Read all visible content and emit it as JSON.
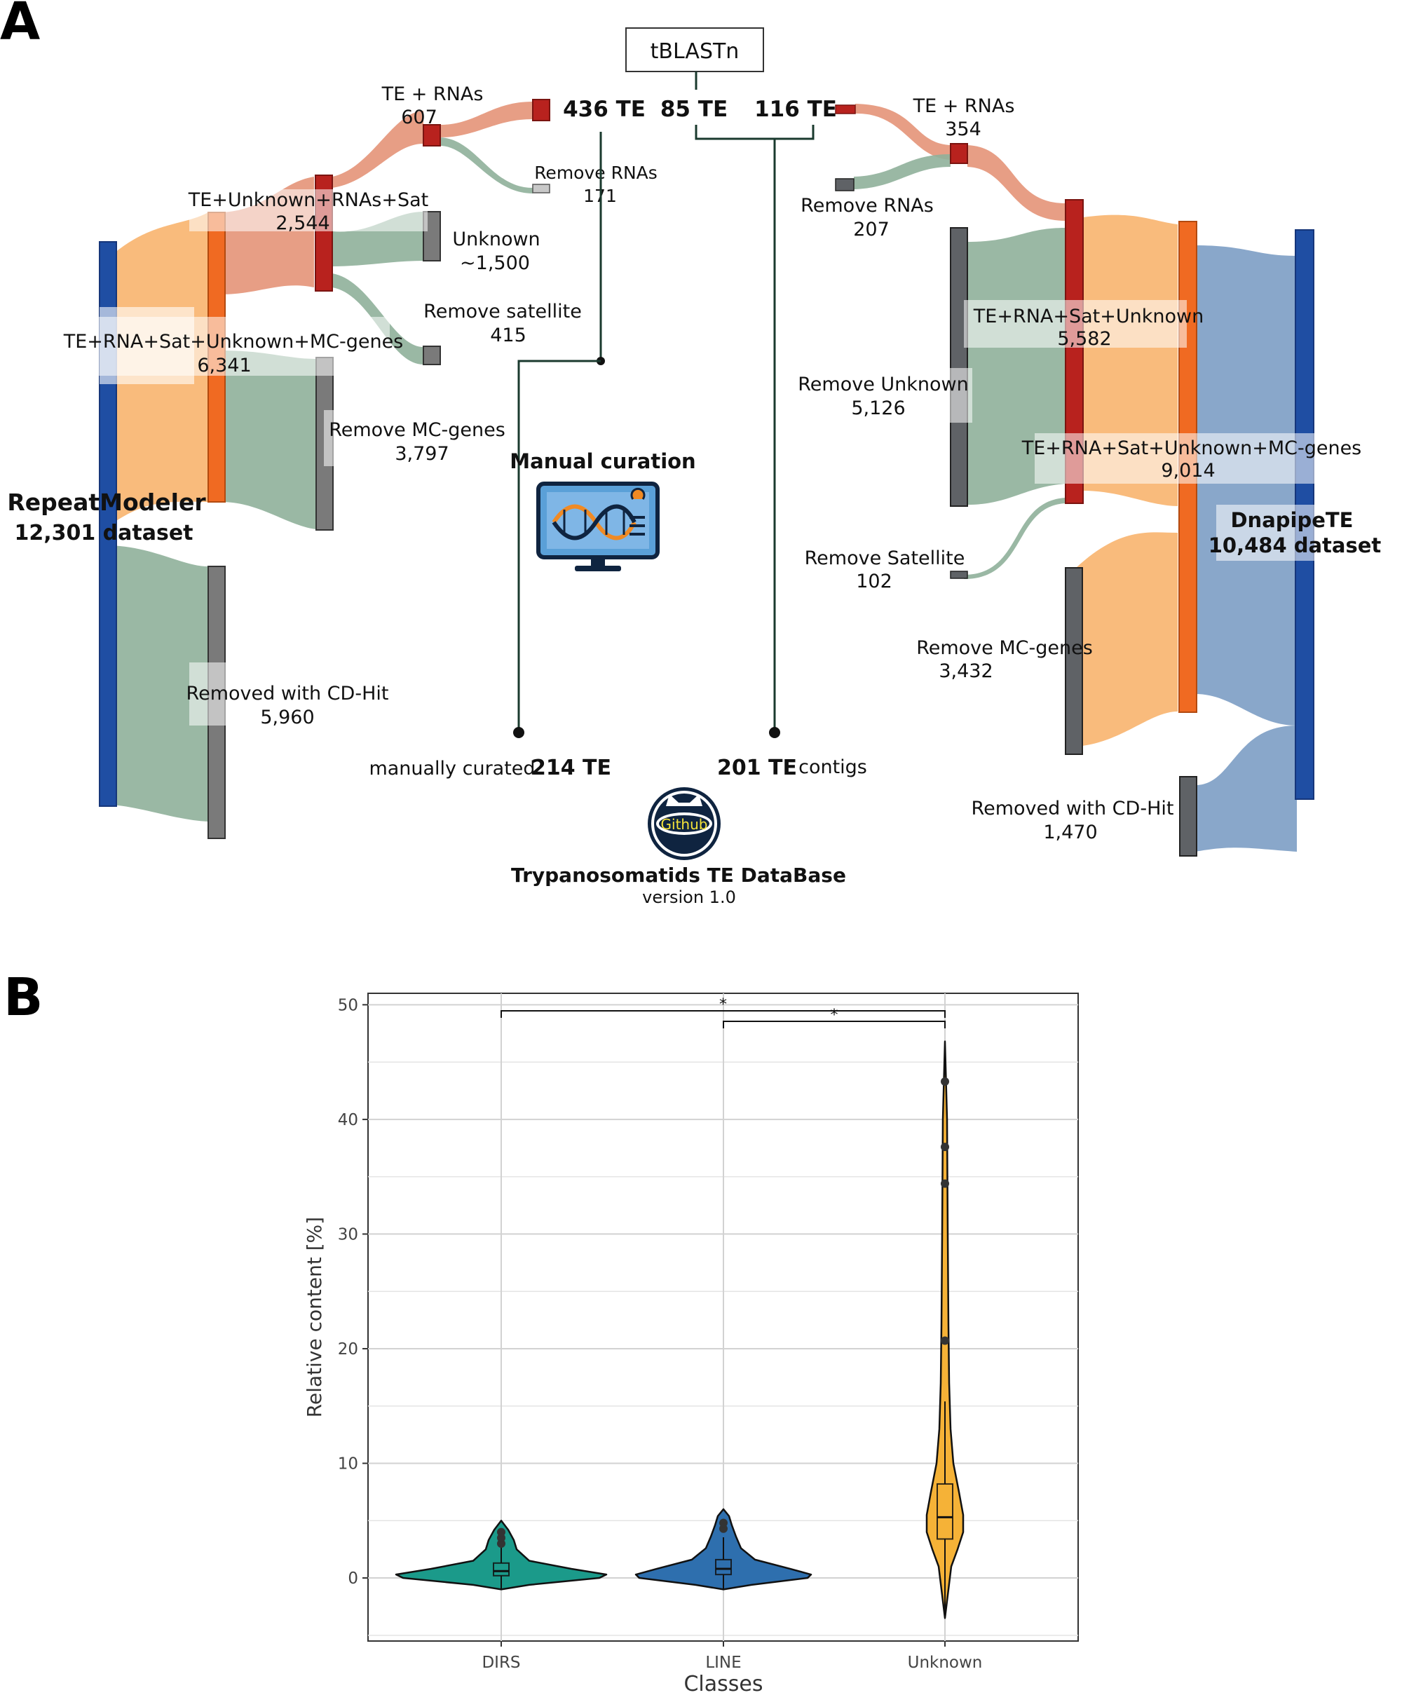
{
  "panelA": {
    "letter": "A",
    "colors": {
      "blue": "#1f4ea3",
      "orange": "#f06a22",
      "red": "#b8221e",
      "gray": "#7a7a7a",
      "darkgray": "#5f6266",
      "flow_orange": "#f8b46e",
      "flow_green": "#8fb09a",
      "flow_salmon": "#e49478",
      "flow_blue": "#7f9fc6",
      "line": "#1a3a2e"
    },
    "left": {
      "source": "RepeatModeler",
      "source_sub": "12,301 dataset",
      "stage1": "TE+RNA+Sat+Unknown+MC-genes",
      "stage1_n": "6,341",
      "cdhit": "Removed with CD-Hit",
      "cdhit_n": "5,960",
      "mc": "Remove MC-genes",
      "mc_n": "3,797",
      "stage2": "TE+Unknown+RNAs+Sat",
      "stage2_n": "2,544",
      "unknown": "Unknown",
      "unknown_n": "~1,500",
      "sat": "Remove satellite",
      "sat_n": "415",
      "te_rna": "TE + RNAs",
      "te_rna_n": "607",
      "rna": "Remove RNAs",
      "rna_n": "171"
    },
    "center": {
      "tblastn": "tBLASTn",
      "te436": "436 TE",
      "te85": "85 TE",
      "te116": "116 TE",
      "manual": "Manual curation",
      "curated_prefix": "manually curated",
      "curated_n": "214 TE",
      "contigs_n": "201 TE",
      "contigs_suffix": "contigs",
      "github": "Github",
      "db": "Trypanosomatids TE DataBase",
      "version": "version 1.0"
    },
    "right": {
      "source": "DnapipeTE",
      "source_sub": "10,484 dataset",
      "stage1": "TE+RNA+Sat+Unknown+MC-genes",
      "stage1_n": "9,014",
      "cdhit": "Removed with CD-Hit",
      "cdhit_n": "1,470",
      "mc": "Remove MC-genes",
      "mc_n": "3,432",
      "stage2": "TE+RNA+Sat+Unknown",
      "stage2_n": "5,582",
      "unknown": "Remove Unknown",
      "unknown_n": "5,126",
      "sat": "Remove Satellite",
      "sat_n": "102",
      "te_rna": "TE + RNAs",
      "te_rna_n": "354",
      "rna": "Remove RNAs",
      "rna_n": "207"
    }
  },
  "panelB": {
    "letter": "B",
    "chart_data": {
      "type": "violin",
      "categories": [
        "DIRS",
        "LINE",
        "Unknown"
      ],
      "xlabel": "Classes",
      "ylabel": "Relative content [%]",
      "ylim": [
        -5.5,
        51
      ],
      "yticks": [
        0,
        10,
        20,
        30,
        40,
        50
      ],
      "grid": true,
      "colors": [
        "#1b9a8a",
        "#2e6fae",
        "#f5b237"
      ],
      "series": [
        {
          "category": "DIRS",
          "min": -1,
          "max": 5,
          "q1": 0.2,
          "median": 0.6,
          "q3": 1.3,
          "outliers": [
            3,
            3.5,
            4
          ]
        },
        {
          "category": "LINE",
          "min": -1,
          "max": 6,
          "q1": 0.3,
          "median": 0.8,
          "q3": 1.6,
          "outliers": [
            4.3,
            4.8
          ]
        },
        {
          "category": "Unknown",
          "min": -3.5,
          "max": 46.8,
          "q1": 3.4,
          "median": 5.3,
          "q3": 8.2,
          "outliers": [
            20.7,
            34.4,
            37.6,
            43.3
          ]
        }
      ],
      "significance": [
        {
          "from": "DIRS",
          "to": "Unknown",
          "label": "*"
        },
        {
          "from": "LINE",
          "to": "Unknown",
          "label": "*"
        }
      ]
    }
  }
}
